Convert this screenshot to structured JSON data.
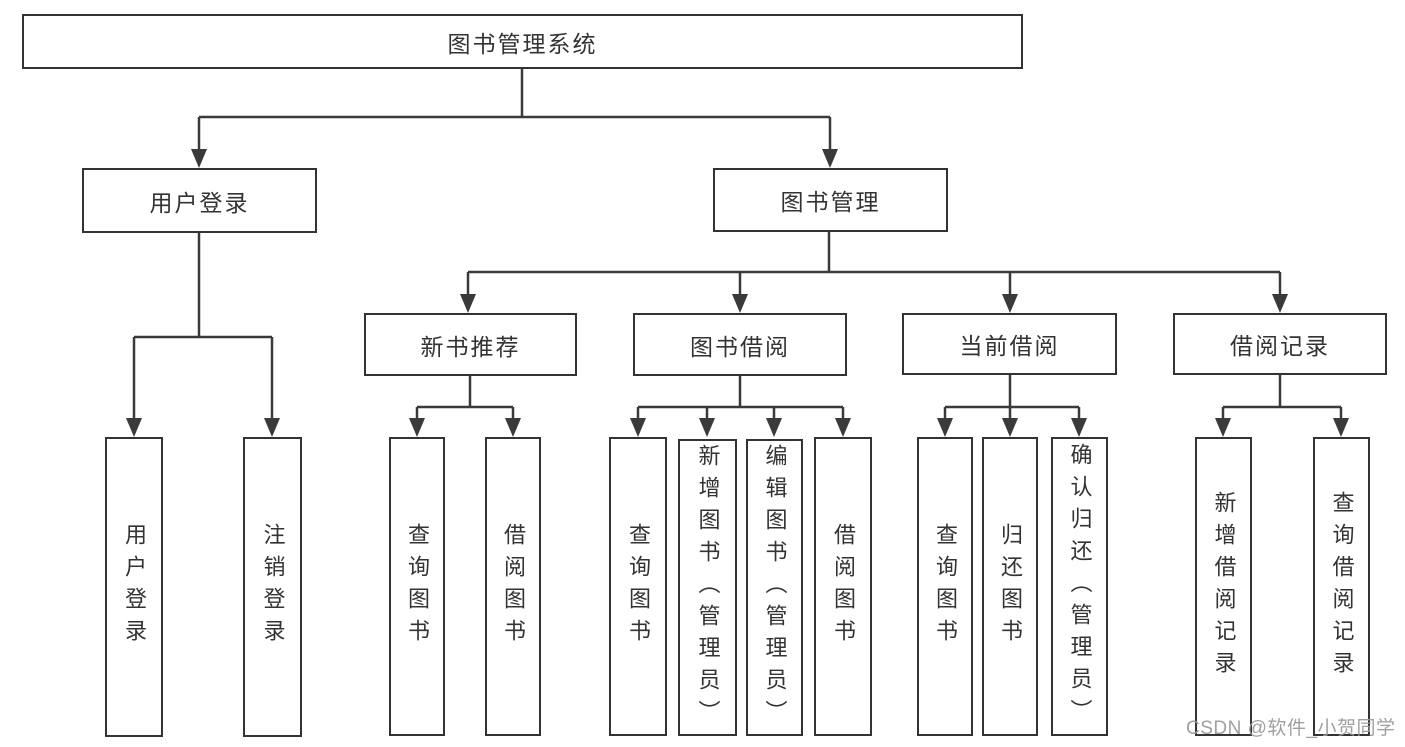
{
  "diagram": {
    "root": {
      "label": "图书管理系统"
    },
    "branches": [
      {
        "label": "用户登录",
        "children": [
          {
            "label": "用户登录"
          },
          {
            "label": "注销登录"
          }
        ]
      },
      {
        "label": "图书管理",
        "children": [
          {
            "label": "新书推荐",
            "children": [
              {
                "label": "查询图书"
              },
              {
                "label": "借阅图书"
              }
            ]
          },
          {
            "label": "图书借阅",
            "children": [
              {
                "label": "查询图书"
              },
              {
                "label": "新增图书（管理员）"
              },
              {
                "label": "编辑图书（管理员）"
              },
              {
                "label": "借阅图书"
              }
            ]
          },
          {
            "label": "当前借阅",
            "children": [
              {
                "label": "查询图书"
              },
              {
                "label": "归还图书"
              },
              {
                "label": "确认归还（管理员）"
              }
            ]
          },
          {
            "label": "借阅记录",
            "children": [
              {
                "label": "新增借阅记录"
              },
              {
                "label": "查询借阅记录"
              }
            ]
          }
        ]
      }
    ]
  },
  "watermark": {
    "text": "CSDN @软件_小贺同学",
    "color": "#9b9b9b"
  },
  "colors": {
    "line": "#3a3a3a",
    "border": "#333333",
    "text": "#333333",
    "background": "#ffffff"
  }
}
